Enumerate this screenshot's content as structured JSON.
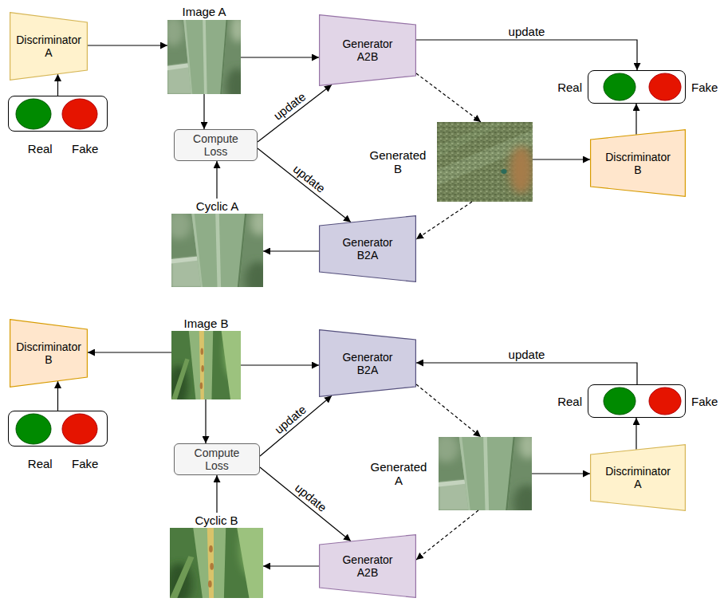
{
  "diagram": {
    "nodes": [
      {
        "text": [
          "Discriminator A"
        ]
      },
      {
        "text": [
          "Real",
          "Fake"
        ]
      },
      {
        "text": [
          "Image A"
        ]
      },
      {
        "text": [
          "Generator A2B"
        ]
      },
      {
        "text": [
          "Compute Loss"
        ]
      },
      {
        "text": [
          "Generated B"
        ]
      },
      {
        "text": [
          "Real",
          "Fake"
        ]
      },
      {
        "text": [
          "Discriminator B"
        ]
      },
      {
        "text": [
          "Cyclic A"
        ]
      },
      {
        "text": [
          "Generator B2A"
        ]
      },
      {
        "text": [
          "Discriminator B"
        ]
      },
      {
        "text": [
          "Real",
          "Fake"
        ]
      },
      {
        "text": [
          "Image B"
        ]
      },
      {
        "text": [
          "Generator B2A"
        ]
      },
      {
        "text": [
          "Compute Loss"
        ]
      },
      {
        "text": [
          "Generated A"
        ]
      },
      {
        "text": [
          "Real",
          "Fake"
        ]
      },
      {
        "text": [
          "Discriminator A"
        ]
      },
      {
        "text": [
          "Cyclic B"
        ]
      },
      {
        "text": [
          "Generator A2B"
        ]
      }
    ],
    "edges": [
      {
        "from": 1,
        "to": 0,
        "arrow": "to"
      },
      {
        "from": 0,
        "to": 2,
        "arrow": "to"
      },
      {
        "from": 2,
        "to": 3,
        "arrow": "to"
      },
      {
        "from": 2,
        "to": 4,
        "arrow": "to"
      },
      {
        "from": 4,
        "to": 3,
        "label": "update",
        "arrow": "to"
      },
      {
        "from": 4,
        "to": 9,
        "label": "update",
        "arrow": "to"
      },
      {
        "from": 3,
        "to": 6,
        "label": "update",
        "arrow": "to"
      },
      {
        "from": 3,
        "to": 5,
        "arrow": "to"
      },
      {
        "from": 5,
        "to": 7,
        "arrow": "to"
      },
      {
        "from": 7,
        "to": 6,
        "arrow": "to"
      },
      {
        "from": 5,
        "to": 9,
        "arrow": "to"
      },
      {
        "from": 9,
        "to": 8,
        "arrow": "to"
      },
      {
        "from": 8,
        "to": 4,
        "arrow": "to"
      },
      {
        "from": 11,
        "to": 10,
        "arrow": "to"
      },
      {
        "from": 12,
        "to": 10,
        "arrow": "to"
      },
      {
        "from": 12,
        "to": 13,
        "arrow": "to"
      },
      {
        "from": 12,
        "to": 14,
        "arrow": "to"
      },
      {
        "from": 14,
        "to": 13,
        "label": "update",
        "arrow": "to"
      },
      {
        "from": 14,
        "to": 19,
        "label": "update",
        "arrow": "to"
      },
      {
        "from": 16,
        "to": 13,
        "label": "update",
        "arrow": "to"
      },
      {
        "from": 13,
        "to": 15,
        "arrow": "to"
      },
      {
        "from": 15,
        "to": 17,
        "arrow": "to"
      },
      {
        "from": 17,
        "to": 16,
        "arrow": "to"
      },
      {
        "from": 15,
        "to": 19,
        "arrow": "to"
      },
      {
        "from": 19,
        "to": 18,
        "arrow": "to"
      },
      {
        "from": 18,
        "to": 14,
        "arrow": "to"
      }
    ]
  }
}
